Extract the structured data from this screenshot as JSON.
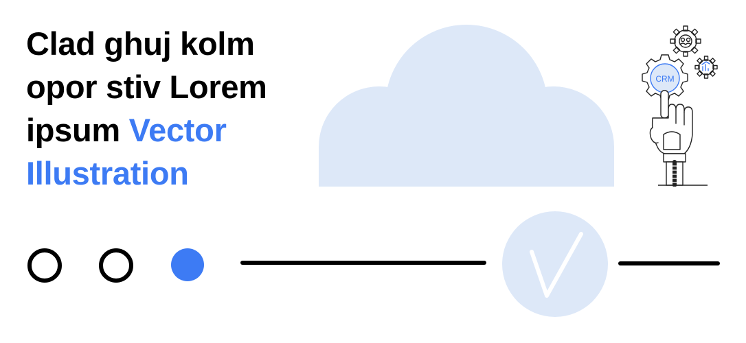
{
  "headline": {
    "line1": "Clad ghuj kolm",
    "line2": "opor stiv Lorem",
    "line3_plain": "ipsum ",
    "line3_accent": "Vector",
    "line4_accent": "Illustration"
  },
  "robot": {
    "gear_label": "CRM"
  },
  "progress_steps": [
    {
      "state": "incomplete"
    },
    {
      "state": "incomplete"
    },
    {
      "state": "active"
    }
  ],
  "colors": {
    "accent": "#3d7bf4",
    "light_blue": "#dde8f8",
    "text": "#000000",
    "background": "#ffffff"
  },
  "icons": {
    "cloud": "cloud-icon",
    "check": "checkmark-icon",
    "robot": "robot-hand-icon",
    "gear": "gear-icon"
  }
}
